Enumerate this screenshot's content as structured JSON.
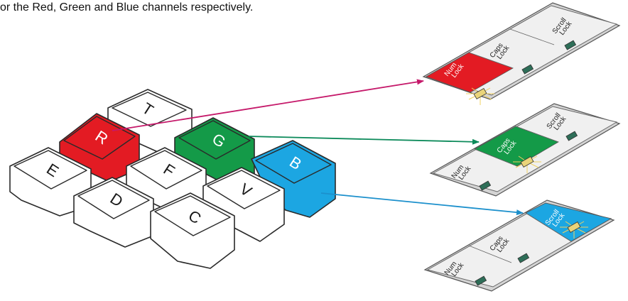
{
  "caption": "or the Red, Green and Blue channels respectively.",
  "colors": {
    "red": "#e31b23",
    "green": "#149a48",
    "blue": "#1ca6e2",
    "arrow_red": "#c5196a",
    "arrow_green": "#0c8a5a",
    "arrow_blue": "#1c90cc",
    "led": "#2e6e58",
    "led_lit": "#ead47a",
    "panel_body": "#eeeeee",
    "panel_edge": "#666666",
    "key_fill": "#ffffff",
    "key_stroke": "#2a2a2a"
  },
  "keys": {
    "t": "T",
    "r": "R",
    "e": "E",
    "g": "G",
    "f": "F",
    "d": "D",
    "b": "B",
    "v": "V",
    "c": "C"
  },
  "panels": {
    "red": {
      "num_l1": "Num",
      "num_l2": "Lock",
      "caps_l1": "Caps",
      "caps_l2": "Lock",
      "scroll_l1": "Scroll",
      "scroll_l2": "Lock"
    },
    "green": {
      "num_l1": "Num",
      "num_l2": "Lock",
      "caps_l1": "Caps",
      "caps_l2": "Lock",
      "scroll_l1": "Scroll",
      "scroll_l2": "Lock"
    },
    "blue": {
      "num_l1": "Num",
      "num_l2": "Lock",
      "caps_l1": "Caps",
      "caps_l2": "Lock",
      "scroll_l1": "Scroll",
      "scroll_l2": "Lock"
    }
  }
}
